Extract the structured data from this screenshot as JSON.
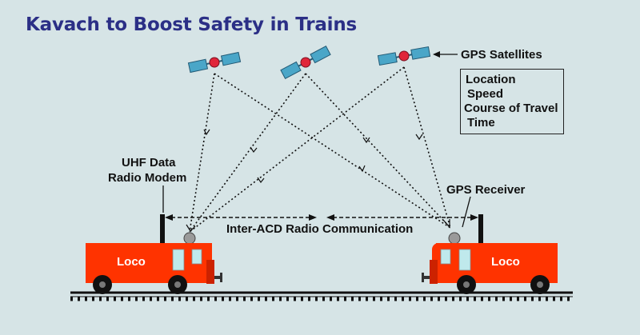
{
  "title": "Kavach to Boost Safety in Trains",
  "labels": {
    "gps_satellites": "GPS Satellites",
    "uhf_line1": "UHF Data",
    "uhf_line2": "Radio Modem",
    "gps_receiver": "GPS Receiver",
    "inter_acd": "Inter-ACD Radio Communication",
    "loco_left": "Loco",
    "loco_right": "Loco"
  },
  "info_box": {
    "location": "Location",
    "speed": "Speed",
    "course": "Course of Travel",
    "time": "Time"
  },
  "colors": {
    "title": "#2b2f86",
    "background": "#d6e4e6",
    "loco_body": "#ff3300",
    "loco_window": "#bfe9ec",
    "satellite_panel": "#4aa6c8",
    "satellite_core": "#e0263a"
  }
}
